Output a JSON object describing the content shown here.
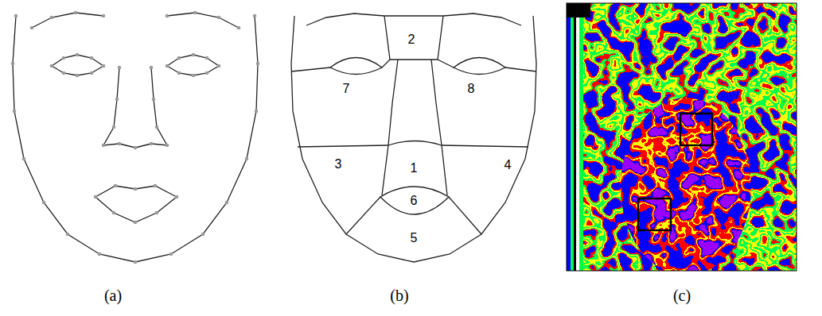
{
  "diagram": {
    "labels": [
      "2",
      "7",
      "8",
      "3",
      "1",
      "4",
      "6",
      "5",
      "(a)",
      "(b)",
      "(c)"
    ]
  }
}
